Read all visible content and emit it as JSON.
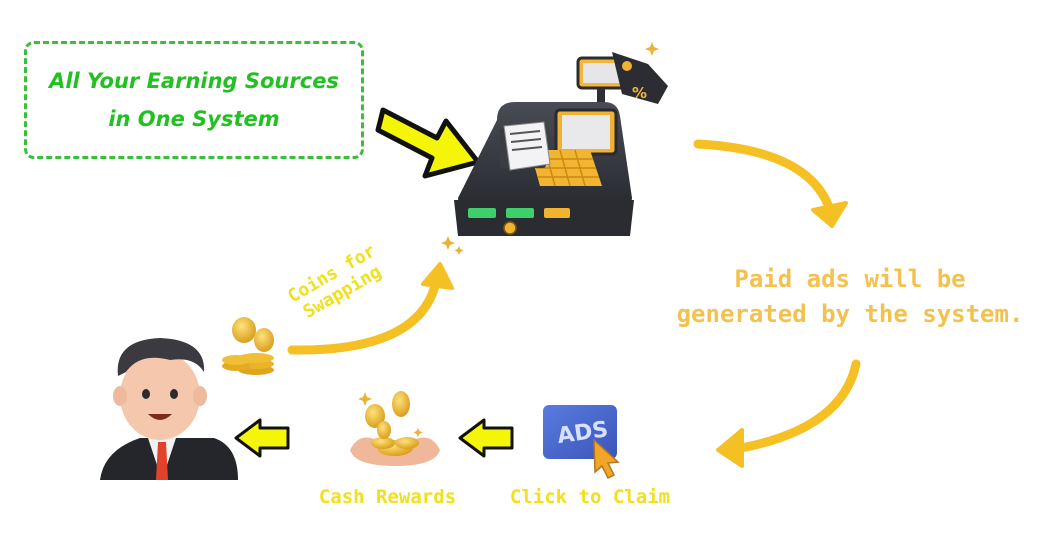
{
  "headline": {
    "line1": "All Your Earning Sources",
    "line2": "in One System"
  },
  "step_paid_ads": {
    "line1": "Paid ads will be",
    "line2": "generated by the system."
  },
  "step_coins": {
    "line1": "Coins for",
    "line2": "Swapping"
  },
  "step_cash": {
    "label": "Cash Rewards"
  },
  "step_claim": {
    "label": "Click to Claim"
  },
  "ads_badge": {
    "text": "ADS"
  },
  "register_tag": {
    "text": "%"
  },
  "colors": {
    "headline_green": "#22c022",
    "arrow_yellow": "#f5c023",
    "pointer_yellow": "#f5f50a",
    "label_yellow": "#f2e01a",
    "paid_text": "#f3c14d"
  }
}
